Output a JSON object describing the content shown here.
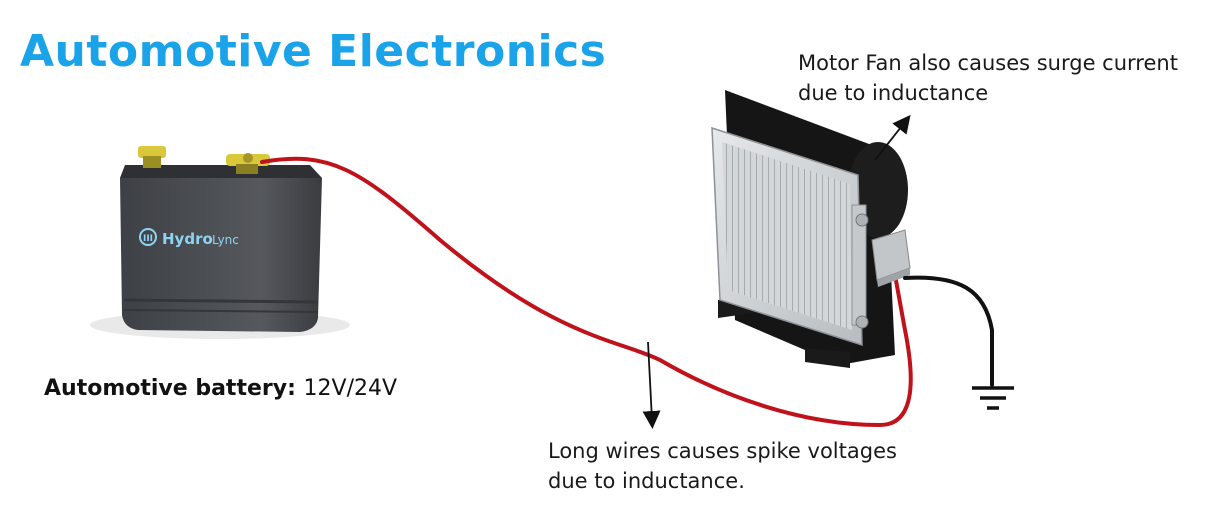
{
  "title": "Automotive Electronics",
  "battery": {
    "brand_left": "Hydro",
    "brand_right": "Lync",
    "spec_label": "Automotive battery:",
    "spec_value": "12V/24V"
  },
  "annotations": {
    "motor_line1": "Motor Fan also causes surge current",
    "motor_line2": "due to inductance",
    "wire_line1": "Long wires causes spike voltages",
    "wire_line2": "due to inductance."
  },
  "colors": {
    "title": "#1aa3e8",
    "wire_positive": "#c0121a",
    "wire_ground": "#111111",
    "battery_body": "#4a4d52",
    "terminal": "#d8c83a"
  },
  "icons": [
    "battery-icon",
    "radiator-fan-icon",
    "ground-symbol-icon",
    "arrow-icon"
  ]
}
